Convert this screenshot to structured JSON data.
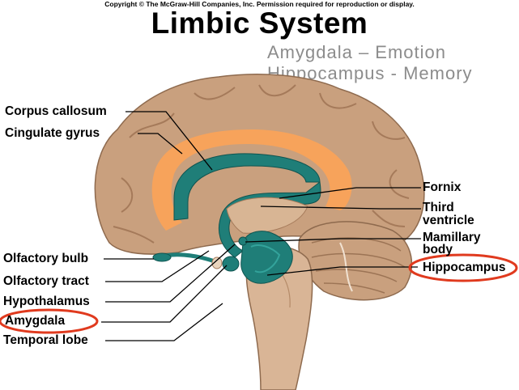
{
  "copyright": "Copyright © The McGraw-Hill Companies, Inc. Permission required for reproduction or display.",
  "title": "Limbic System",
  "subtitle_lines": [
    "Amygdala – Emotion",
    "Hippocampus - Memory"
  ],
  "labels": {
    "corpus_callosum": "Corpus callosum",
    "cingulate_gyrus": "Cingulate gyrus",
    "olfactory_bulb": "Olfactory bulb",
    "olfactory_tract": "Olfactory tract",
    "hypothalamus": "Hypothalamus",
    "amygdala": "Amygdala",
    "temporal_lobe": "Temporal lobe",
    "fornix": "Fornix",
    "third_ventricle_1": "Third",
    "third_ventricle_2": "ventricle",
    "mamillary_1": "Mamillary",
    "mamillary_2": "body",
    "hippocampus": "Hippocampus"
  },
  "colors": {
    "brain": "#c9a07e",
    "brain_shadow": "#a57a5a",
    "cingulate": "#f7a35b",
    "limbic": "#1f7e78",
    "highlight_circle": "#e03a1e"
  }
}
